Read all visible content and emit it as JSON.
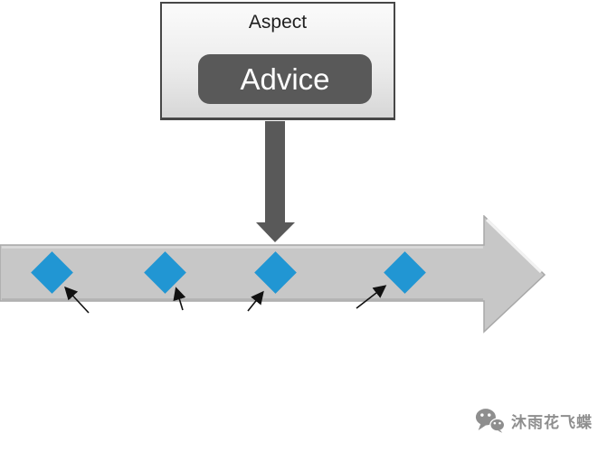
{
  "colors": {
    "joinpoint_blue": "#2196d3",
    "band_gray": "#c7c7c7",
    "band_edge": "#a8a8a8",
    "dark_gray": "#595959",
    "box_border": "#474747",
    "text_dark": "#1f1f1f",
    "watermark_gray": "#8e8e8e",
    "pointer_black": "#111111"
  },
  "aspect_box": {
    "title": "Aspect",
    "advice_label": "Advice"
  },
  "timeline": {
    "joinpoint_count": 4
  },
  "watermark": {
    "icon": "wechat-icon",
    "text": "沐雨花飞蝶"
  }
}
